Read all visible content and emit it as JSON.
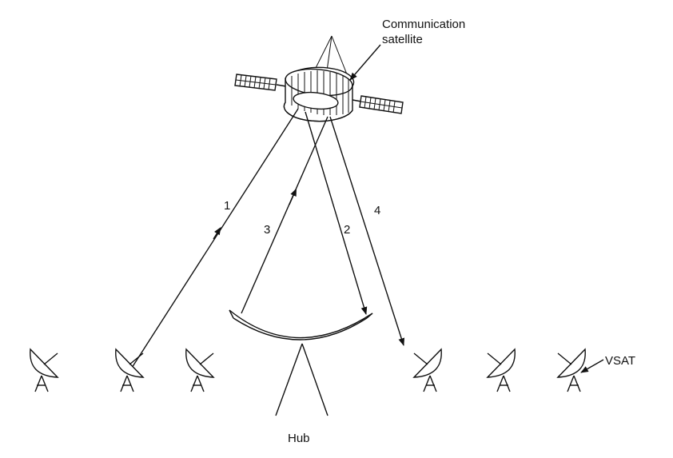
{
  "labels": {
    "satellite_line1": "Communication",
    "satellite_line2": "satellite",
    "vsat": "VSAT",
    "hub": "Hub"
  },
  "links": [
    {
      "id": "1",
      "label": "1"
    },
    {
      "id": "2",
      "label": "2"
    },
    {
      "id": "3",
      "label": "3"
    },
    {
      "id": "4",
      "label": "4"
    }
  ]
}
